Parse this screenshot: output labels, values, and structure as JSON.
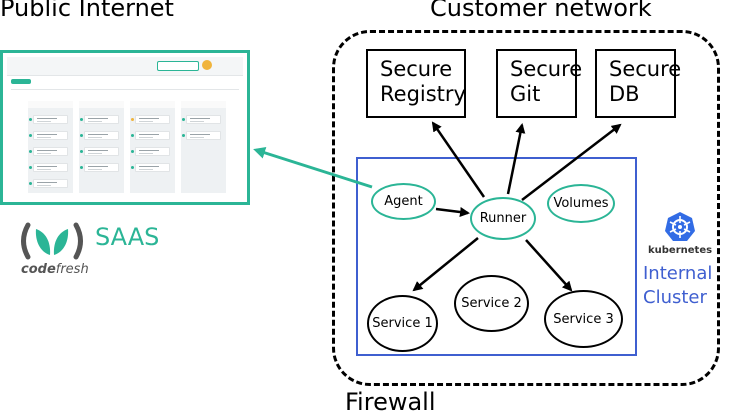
{
  "labels": {
    "public_internet": "Public Internet",
    "customer_network": "Customer network",
    "firewall": "Firewall",
    "saas": "SAAS",
    "kubernetes": "kubernetes",
    "internal_cluster_line1": "Internal",
    "internal_cluster_line2": "Cluster"
  },
  "codefresh": {
    "code": "code",
    "fresh": "fresh"
  },
  "secure_boxes": [
    {
      "line1": "Secure",
      "line2": "Registry"
    },
    {
      "line1": "Secure",
      "line2": "Git"
    },
    {
      "line1": "Secure",
      "line2": "DB"
    }
  ],
  "cluster_nodes": {
    "agent": "Agent",
    "runner": "Runner",
    "volumes": "Volumes",
    "service1": "Service 1",
    "service2": "Service 2",
    "service3": "Service 3"
  },
  "colors": {
    "accent_green": "#2bb596",
    "cluster_blue": "#3f5fd0",
    "text": "#000000"
  },
  "icons": [
    "codefresh-logo-icon",
    "kubernetes-icon"
  ]
}
